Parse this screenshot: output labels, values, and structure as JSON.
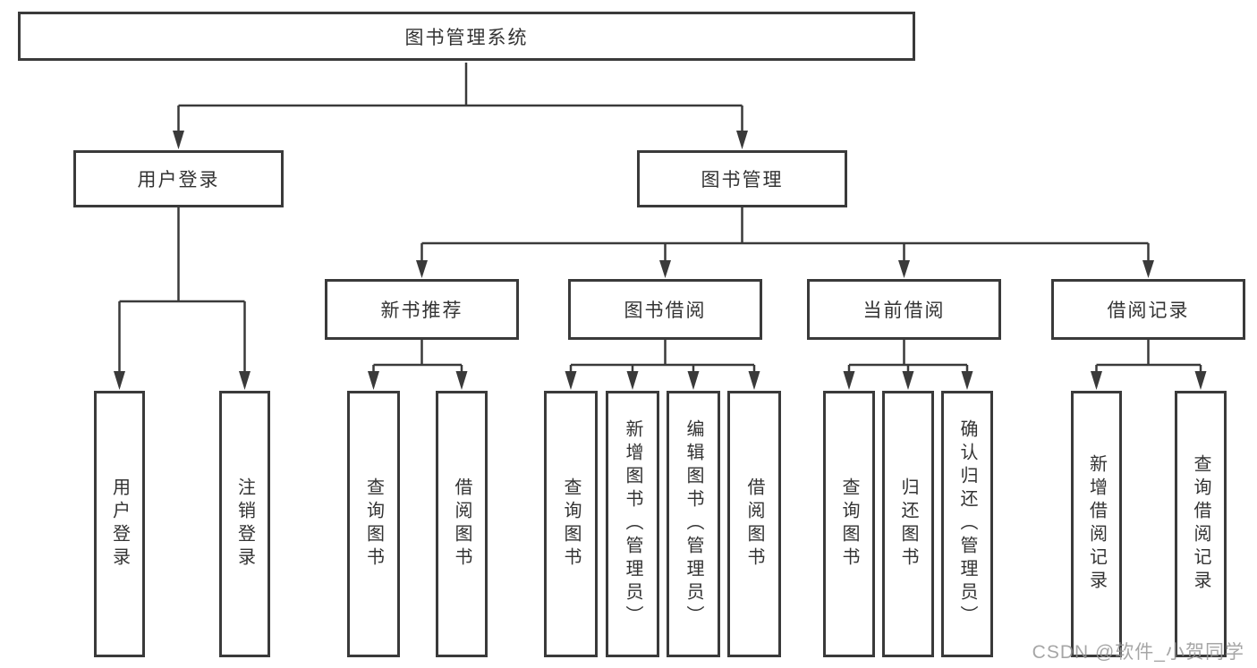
{
  "tree": {
    "label": "图书管理系统",
    "children": [
      {
        "label": "用户登录",
        "children": [
          {
            "label": "用户登录"
          },
          {
            "label": "注销登录"
          }
        ]
      },
      {
        "label": "图书管理",
        "children": [
          {
            "label": "新书推荐",
            "children": [
              {
                "label": "查询图书"
              },
              {
                "label": "借阅图书"
              }
            ]
          },
          {
            "label": "图书借阅",
            "children": [
              {
                "label": "查询图书"
              },
              {
                "label": "新增图书（管理员）"
              },
              {
                "label": "编辑图书（管理员）"
              },
              {
                "label": "借阅图书"
              }
            ]
          },
          {
            "label": "当前借阅",
            "children": [
              {
                "label": "查询图书"
              },
              {
                "label": "归还图书"
              },
              {
                "label": "确认归还（管理员）"
              }
            ]
          },
          {
            "label": "借阅记录",
            "children": [
              {
                "label": "新增借阅记录"
              },
              {
                "label": "查询借阅记录"
              }
            ]
          }
        ]
      }
    ]
  },
  "watermark": {
    "text": "CSDN @软件_小贺同学"
  },
  "colors": {
    "line": "#3a3a3a",
    "text": "#333333",
    "background": "#ffffff",
    "watermark": "#969696"
  }
}
